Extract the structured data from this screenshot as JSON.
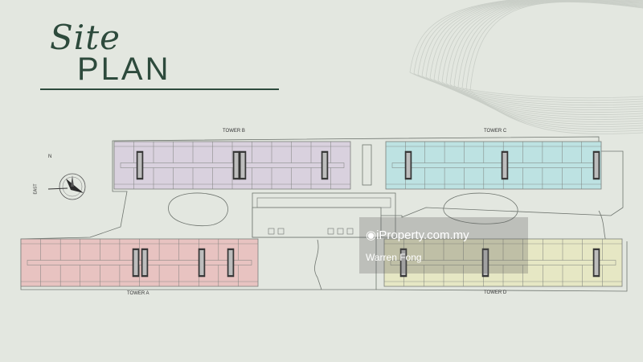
{
  "title": {
    "script": "Site",
    "main": "PLAN"
  },
  "towers": {
    "a": {
      "label": "TOWER A",
      "color": "#e8c3c1"
    },
    "b": {
      "label": "TOWER B",
      "color": "#d9d1de"
    },
    "c": {
      "label": "TOWER C",
      "color": "#bde2e2"
    },
    "d": {
      "label": "TOWER D",
      "color": "#e6e7c4"
    }
  },
  "compass": {
    "north": "N",
    "east": "EAST"
  },
  "watermark": {
    "brand": "iProperty.com.my",
    "agent": "Warren Fong",
    "icon": "location-pin-icon"
  },
  "colors": {
    "background": "#e3e7e0",
    "title": "#2d4a3c",
    "linework": "#6f756f"
  }
}
